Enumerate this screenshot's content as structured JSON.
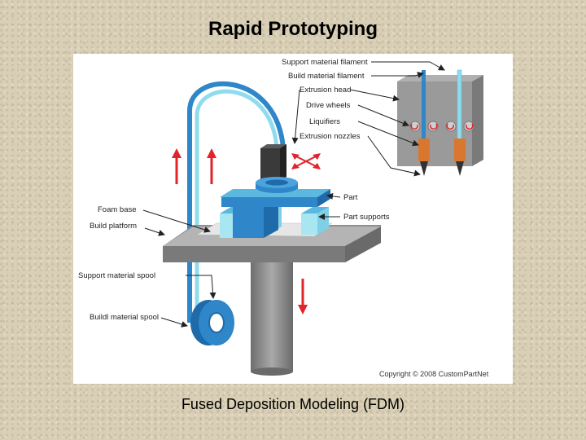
{
  "slide": {
    "title": "Rapid Prototyping",
    "caption": "Fused Deposition Modeling (FDM)"
  },
  "diagram": {
    "labels": {
      "support_filament": "Support material filament",
      "build_filament": "Build material filament",
      "extrusion_head": "Extrusion head",
      "drive_wheels": "Drive wheels",
      "liquifiers": "Liquifiers",
      "extrusion_nozzles": "Extrusion nozzles",
      "part": "Part",
      "part_supports": "Part supports",
      "foam_base": "Foam base",
      "build_platform": "Build platform",
      "support_spool": "Support material spool",
      "build_spool": "Buildl material spool"
    },
    "copyright": "Copyright © 2008 CustomPartNet"
  },
  "colors": {
    "filament_dark": "#2f86c9",
    "filament_light": "#8fdcee",
    "arrow_red": "#e0242a",
    "platform_gray": "#8f8f8f",
    "liquifier_orange": "#d9772f"
  }
}
